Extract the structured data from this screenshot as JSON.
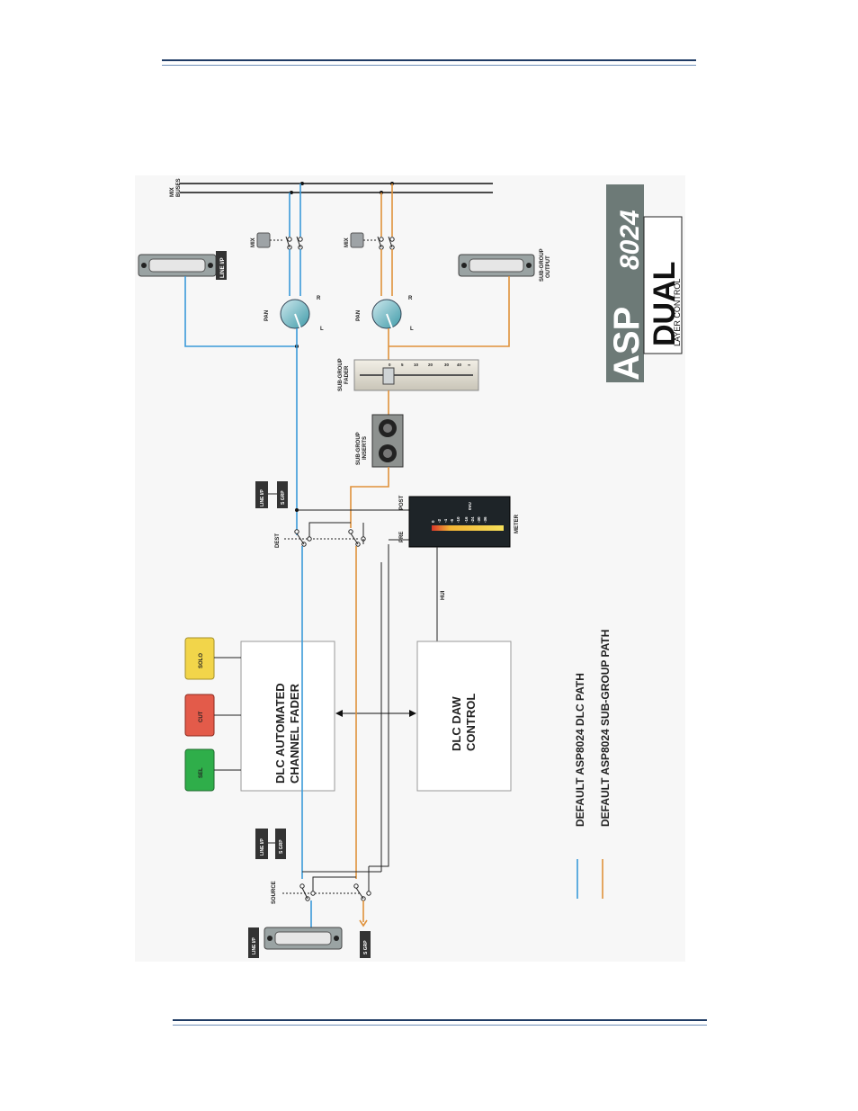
{
  "diagram": {
    "labels": {
      "mix_buses": [
        "MIX",
        "BUSES"
      ],
      "line_ip_top": "LINE I/P",
      "line_ip_bottom": "LINE I/P",
      "s_grp_bottom": "S GRP",
      "mix_1": "MIX",
      "mix_2": "MIX",
      "pan_1": "PAN",
      "pan_2": "PAN",
      "pan_l": "L",
      "pan_r": "R",
      "sub_group_output": [
        "SUB-GROUP",
        "OUTPUT"
      ],
      "sub_group_fader": [
        "SUB-GROUP",
        "FADER"
      ],
      "sub_group_inserts": [
        "SUB-GROUP",
        "INSERTS"
      ],
      "dest": "DEST",
      "dest_line_ip": "LINE I/P",
      "dest_s_grp": "S GRP",
      "post": "POST",
      "pre": "PRE",
      "meter": "METER",
      "hui": "HUI",
      "source": "SOURCE",
      "source_line_ip": "LINE I/P",
      "source_s_grp": "S GRP",
      "sel": "SEL",
      "cut": "CUT",
      "solo": "SOLO",
      "dlc_fader": [
        "DLC AUTOMATED",
        "CHANNEL FADER"
      ],
      "dlc_daw": [
        "DLC DAW",
        "CONTROL"
      ],
      "meter_scale": [
        "0",
        "-2",
        "-4",
        "-6",
        "-10",
        "-16",
        "-24",
        "-30",
        "-36"
      ],
      "meter_ovu": "0VU",
      "fader_scale": [
        "0",
        "5",
        "10",
        "20",
        "30",
        "40",
        "∞"
      ]
    },
    "legend": [
      {
        "label": "DEFAULT ASP8024 DLC PATH",
        "color": "#3a9ad9"
      },
      {
        "label": "DEFAULT ASP8024 SUB-GROUP PATH",
        "color": "#e0913a"
      }
    ],
    "logo": {
      "asp": "ASP",
      "model": "8024",
      "dual": "DUAL",
      "layer_control": "LAYER CONTROL"
    },
    "colors": {
      "dlc_path": "#3a9ad9",
      "subgroup_path": "#e0913a",
      "sel": "#2fae4a",
      "cut": "#e35b4a",
      "solo": "#f2d54a",
      "logo_bg": "#6d7a77",
      "rule": "#1f3b64"
    }
  }
}
